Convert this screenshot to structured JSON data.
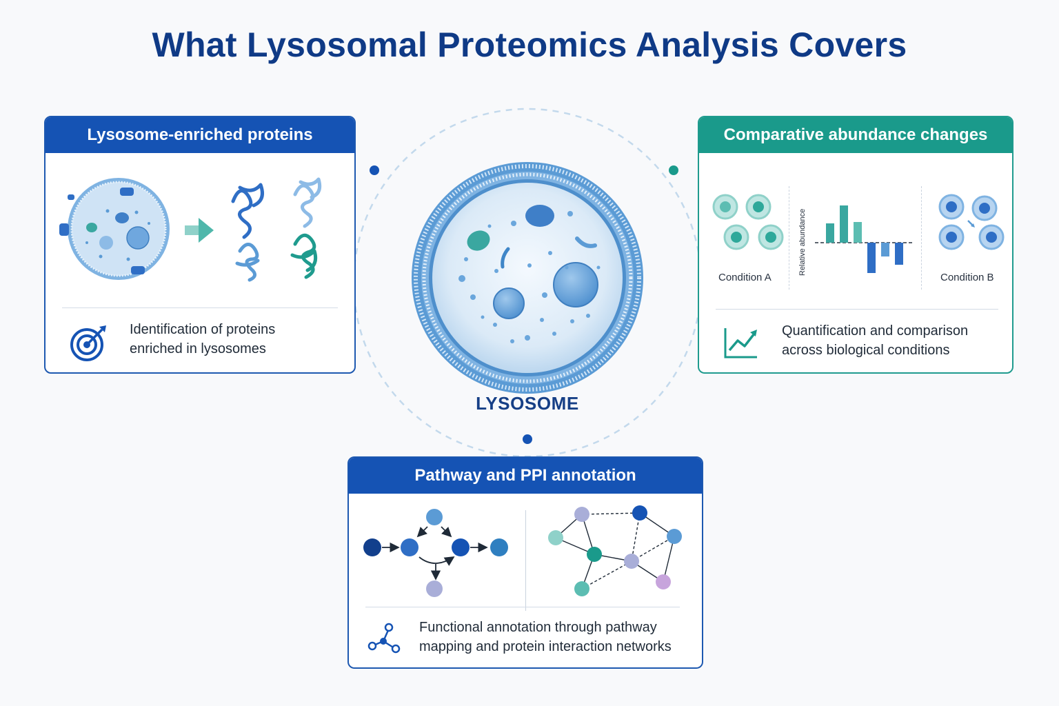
{
  "title": "What Lysosomal Proteomics Analysis Covers",
  "center": {
    "label": "LYSOSOME"
  },
  "cards": {
    "enriched": {
      "heading": "Lysosome-enriched proteins",
      "description": "Identification of proteins enriched in lysosomes",
      "icon": "target-icon"
    },
    "abundance": {
      "heading": "Comparative abundance changes",
      "condition_a": "Condition A",
      "condition_b": "Condition B",
      "y_axis_label": "Relative abundance",
      "description": "Quantification and comparison across biological conditions",
      "icon": "trend-up-icon"
    },
    "pathway": {
      "heading": "Pathway and PPI annotation",
      "description": "Functional annotation through pathway mapping and protein interaction networks",
      "icon": "network-icon"
    }
  },
  "colors": {
    "navy": "#0f3a86",
    "blue_header": "#1553b4",
    "teal_header": "#1a9a8b",
    "lysosome_blue": "#5b9bd5"
  }
}
